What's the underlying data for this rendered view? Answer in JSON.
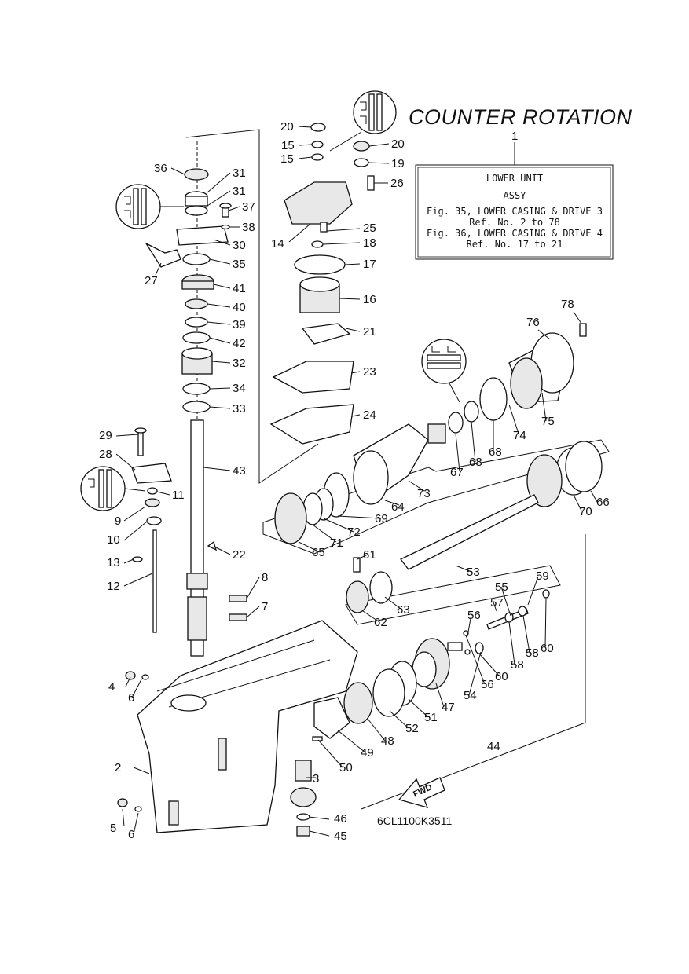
{
  "title": "COUNTER ROTATION",
  "figure_code": "6CL1100K3511",
  "fwd_label": "FWD",
  "info_box": {
    "ref_number": "1",
    "line1": "LOWER UNIT",
    "line2": "ASSY",
    "line3": "Fig. 35, LOWER CASING & DRIVE 3",
    "line4": "Ref. No. 2 to 78",
    "line5": "Fig. 36, LOWER CASING & DRIVE 4",
    "line6": "Ref. No. 17 to 21"
  },
  "callouts": [
    "20",
    "15",
    "15",
    "20",
    "19",
    "26",
    "14",
    "25",
    "18",
    "17",
    "16",
    "21",
    "23",
    "24",
    "36",
    "31",
    "31",
    "37",
    "38",
    "30",
    "27",
    "35",
    "41",
    "40",
    "39",
    "42",
    "32",
    "34",
    "33",
    "43",
    "29",
    "28",
    "11",
    "9",
    "10",
    "13",
    "12",
    "22",
    "8",
    "7",
    "4",
    "6",
    "2",
    "5",
    "6",
    "78",
    "76",
    "75",
    "74",
    "68",
    "68",
    "67",
    "73",
    "64",
    "69",
    "72",
    "71",
    "65",
    "66",
    "70",
    "53",
    "61",
    "63",
    "62",
    "59",
    "55",
    "57",
    "56",
    "60",
    "58",
    "58",
    "60",
    "54",
    "56",
    "47",
    "51",
    "52",
    "48",
    "49",
    "50",
    "3",
    "44",
    "46",
    "45"
  ],
  "colors": {
    "ink": "#111111",
    "paper": "#ffffff"
  },
  "icons": [
    "shaft-seal-icon",
    "fwd-arrow-icon"
  ]
}
